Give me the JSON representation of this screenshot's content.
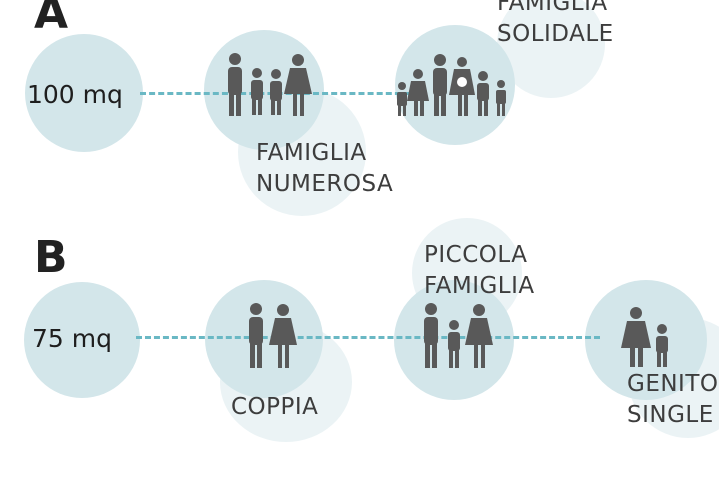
{
  "section_a": {
    "letter": "A",
    "area": "100 mq",
    "family_large": {
      "line1": "FAMIGLIA",
      "line2": "NUMEROSA"
    },
    "family_solidale": {
      "line1": "FAMIGLIA",
      "line2": "SOLIDALE"
    }
  },
  "section_b": {
    "letter": "B",
    "area": "75 mq",
    "couple": {
      "line1": "COPPIA"
    },
    "small_family": {
      "line1": "PICCOLA",
      "line2": "FAMIGLIA"
    },
    "single_parent": {
      "line1": "GENITO",
      "line2": "SINGLE"
    }
  },
  "colors": {
    "circle": "#d3e6ea",
    "circle_faint": "#ebf3f5",
    "dash": "#6ab8c4",
    "figure": "#595959"
  }
}
